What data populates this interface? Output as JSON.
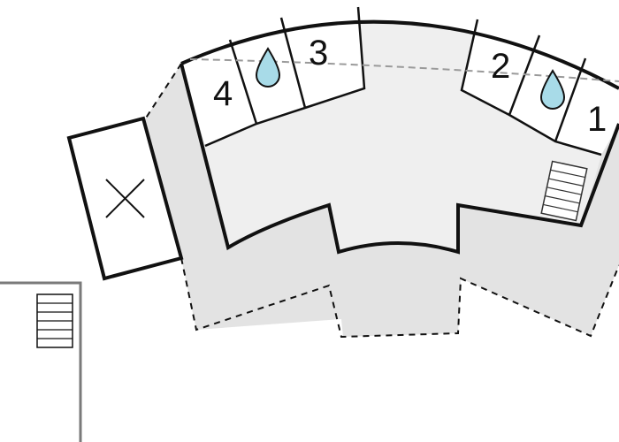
{
  "rooms": [
    {
      "label": "1",
      "has_shower": false
    },
    {
      "label": "2",
      "has_shower": true
    },
    {
      "label": "3",
      "has_shower": false
    },
    {
      "label": "4",
      "has_shower": true
    }
  ],
  "colors": {
    "wall": "#111111",
    "floor": "#efefef",
    "terrace": "#e3e3e3",
    "outline": "#7a7a7a",
    "water_drop": "#a8dbe8",
    "dashed_line": "#9a9a9a"
  },
  "icons": {
    "shower": "water-drop-icon",
    "stairs": "stairs-icon",
    "open_void": "x-cross-icon"
  }
}
